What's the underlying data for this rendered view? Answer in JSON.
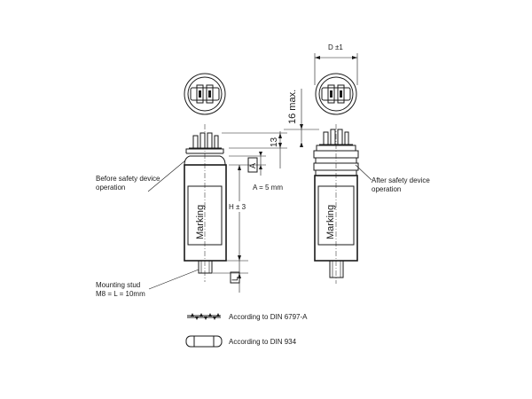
{
  "labels": {
    "d_tol": "D ±1",
    "max16": "16 max.",
    "dim13": "13",
    "a_box": "A",
    "a_val": "A = 5 mm",
    "h_tol": "H ± 3",
    "l_dim": "L",
    "marking_left": "Marking",
    "marking_right": "Marking",
    "before_1": "Before safety device",
    "before_2": "operation",
    "after_1": "After safety device",
    "after_2": "operation",
    "stud_1": "Mounting stud",
    "stud_2": "M8 = L = 10mm"
  },
  "legend": [
    {
      "symbol": "washer-symbol",
      "text": "According to DIN 6797-A"
    },
    {
      "symbol": "nut-symbol",
      "text": "According to DIN 934"
    }
  ]
}
